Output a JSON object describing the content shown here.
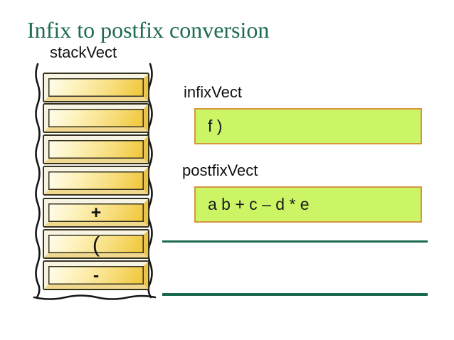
{
  "slide": {
    "title": "Infix to postfix conversion"
  },
  "stack": {
    "label": "stackVect",
    "items": [
      "",
      "",
      "",
      "",
      "+",
      "(",
      "-"
    ]
  },
  "infix": {
    "label": "infixVect",
    "value": "f )"
  },
  "postfix": {
    "label": "postfixVect",
    "value": "a b + c – d * e"
  },
  "colors": {
    "title_green": "#1e6b4e",
    "rule_line_green": "#1c6a4d",
    "vector_box_fill": "#ccf566",
    "vector_box_border": "#d6953f",
    "stack_gold_light": "#fffdf0",
    "stack_gold_dark": "#f0c636",
    "stack_outline": "#161616"
  }
}
